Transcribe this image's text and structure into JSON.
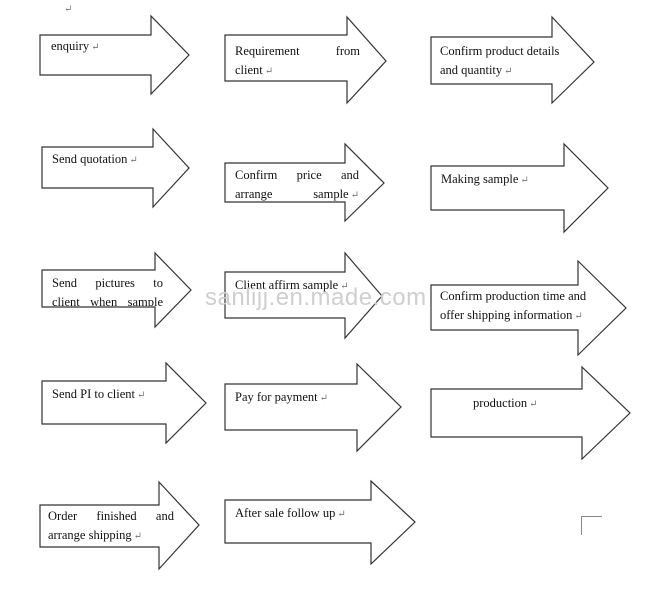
{
  "watermark": "sanlijj.en.made.com",
  "paragraph_mark": "↵",
  "steps": [
    {
      "label": "enquiry"
    },
    {
      "label": "Requirement from client"
    },
    {
      "label": "Confirm product details and quantity"
    },
    {
      "label": "Send quotation"
    },
    {
      "label": "Confirm price and arrange sample"
    },
    {
      "label": "Making sample"
    },
    {
      "label": "Send pictures to client when sample"
    },
    {
      "label": "Client affirm sample"
    },
    {
      "label": "Confirm production time and offer shipping information"
    },
    {
      "label": "Send PI to client"
    },
    {
      "label": "Pay for payment"
    },
    {
      "label": "production"
    },
    {
      "label": "Order finished and arrange shipping"
    },
    {
      "label": "After sale follow up"
    }
  ]
}
